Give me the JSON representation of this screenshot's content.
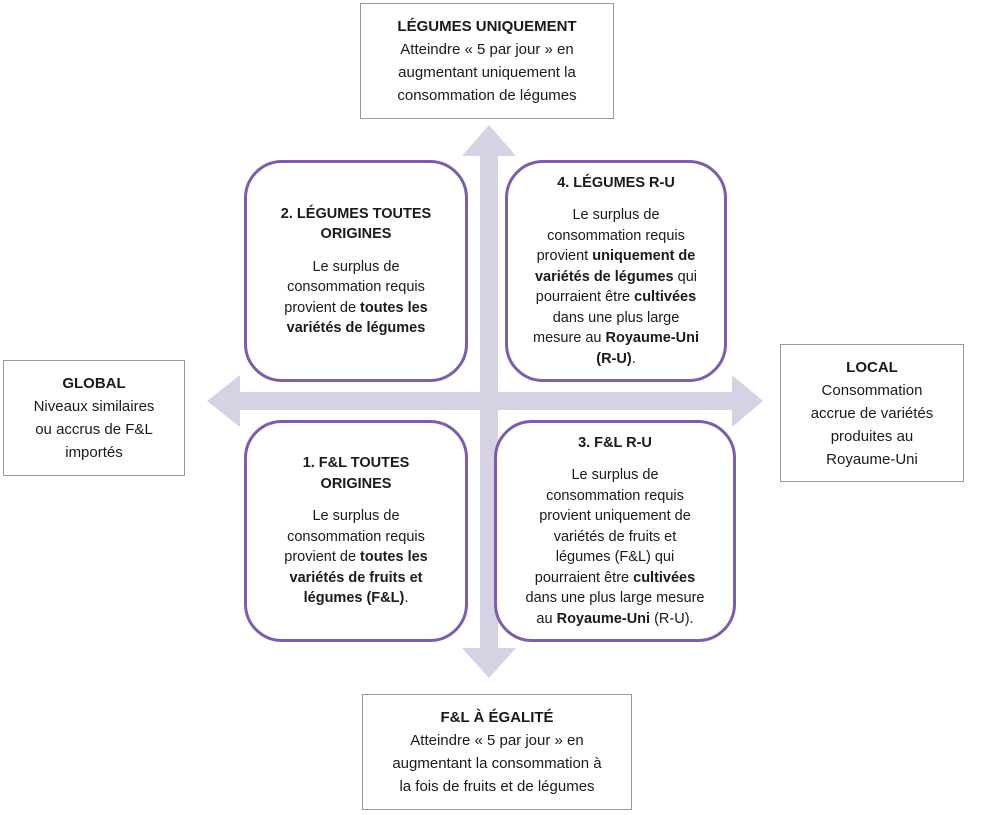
{
  "axes": {
    "top": {
      "title": "LÉGUMES UNIQUEMENT",
      "desc": "Atteindre « 5 par jour » en\naugmentant uniquement la\nconsommation de légumes"
    },
    "bottom": {
      "title": "F&L À ÉGALITÉ",
      "desc": "Atteindre « 5 par jour » en\naugmentant la consommation à\nla fois de fruits et de légumes"
    },
    "left": {
      "title": "GLOBAL",
      "desc": "Niveaux similaires\nou accrus de F&L\nimportés"
    },
    "right": {
      "title": "LOCAL",
      "desc": "Consommation\naccrue de variétés\nproduites au\nRoyaume-Uni"
    }
  },
  "quadrants": {
    "q2": {
      "title": "2. LÉGUMES TOUTES\nORIGINES",
      "segments": [
        {
          "text": "Le surplus de\nconsommation requis\nprovient de ",
          "bold": false
        },
        {
          "text": "toutes les\nvariétés de légumes",
          "bold": true
        }
      ]
    },
    "q4": {
      "title": "4. LÉGUMES R-U",
      "segments": [
        {
          "text": "Le surplus de\nconsommation requis\nprovient ",
          "bold": false
        },
        {
          "text": "uniquement de\nvariétés de légumes",
          "bold": true
        },
        {
          "text": " qui\npourraient être ",
          "bold": false
        },
        {
          "text": "cultivées",
          "bold": true
        },
        {
          "text": "\ndans une plus large\nmesure au ",
          "bold": false
        },
        {
          "text": "Royaume-Uni\n(R-U)",
          "bold": true
        },
        {
          "text": ".",
          "bold": false
        }
      ]
    },
    "q1": {
      "title": "1. F&L TOUTES\nORIGINES",
      "segments": [
        {
          "text": "Le surplus de\nconsommation requis\nprovient de ",
          "bold": false
        },
        {
          "text": "toutes les\nvariétés de fruits et\nlégumes (F&L)",
          "bold": true
        },
        {
          "text": ".",
          "bold": false
        }
      ]
    },
    "q3": {
      "title": "3. F&L R-U",
      "segments": [
        {
          "text": "Le surplus de\nconsommation requis\nprovient uniquement de\nvariétés de fruits et\nlégumes (F&L) qui\npourraient être ",
          "bold": false
        },
        {
          "text": "cultivées",
          "bold": true
        },
        {
          "text": "\ndans une plus large mesure\nau ",
          "bold": false
        },
        {
          "text": "Royaume-Uni",
          "bold": true
        },
        {
          "text": " (R-U).",
          "bold": false
        }
      ]
    }
  },
  "colors": {
    "quadrant_border": "#7b5ea7",
    "arrow": "#d6d1e3",
    "axis_box_border": "#9a9a9a"
  }
}
